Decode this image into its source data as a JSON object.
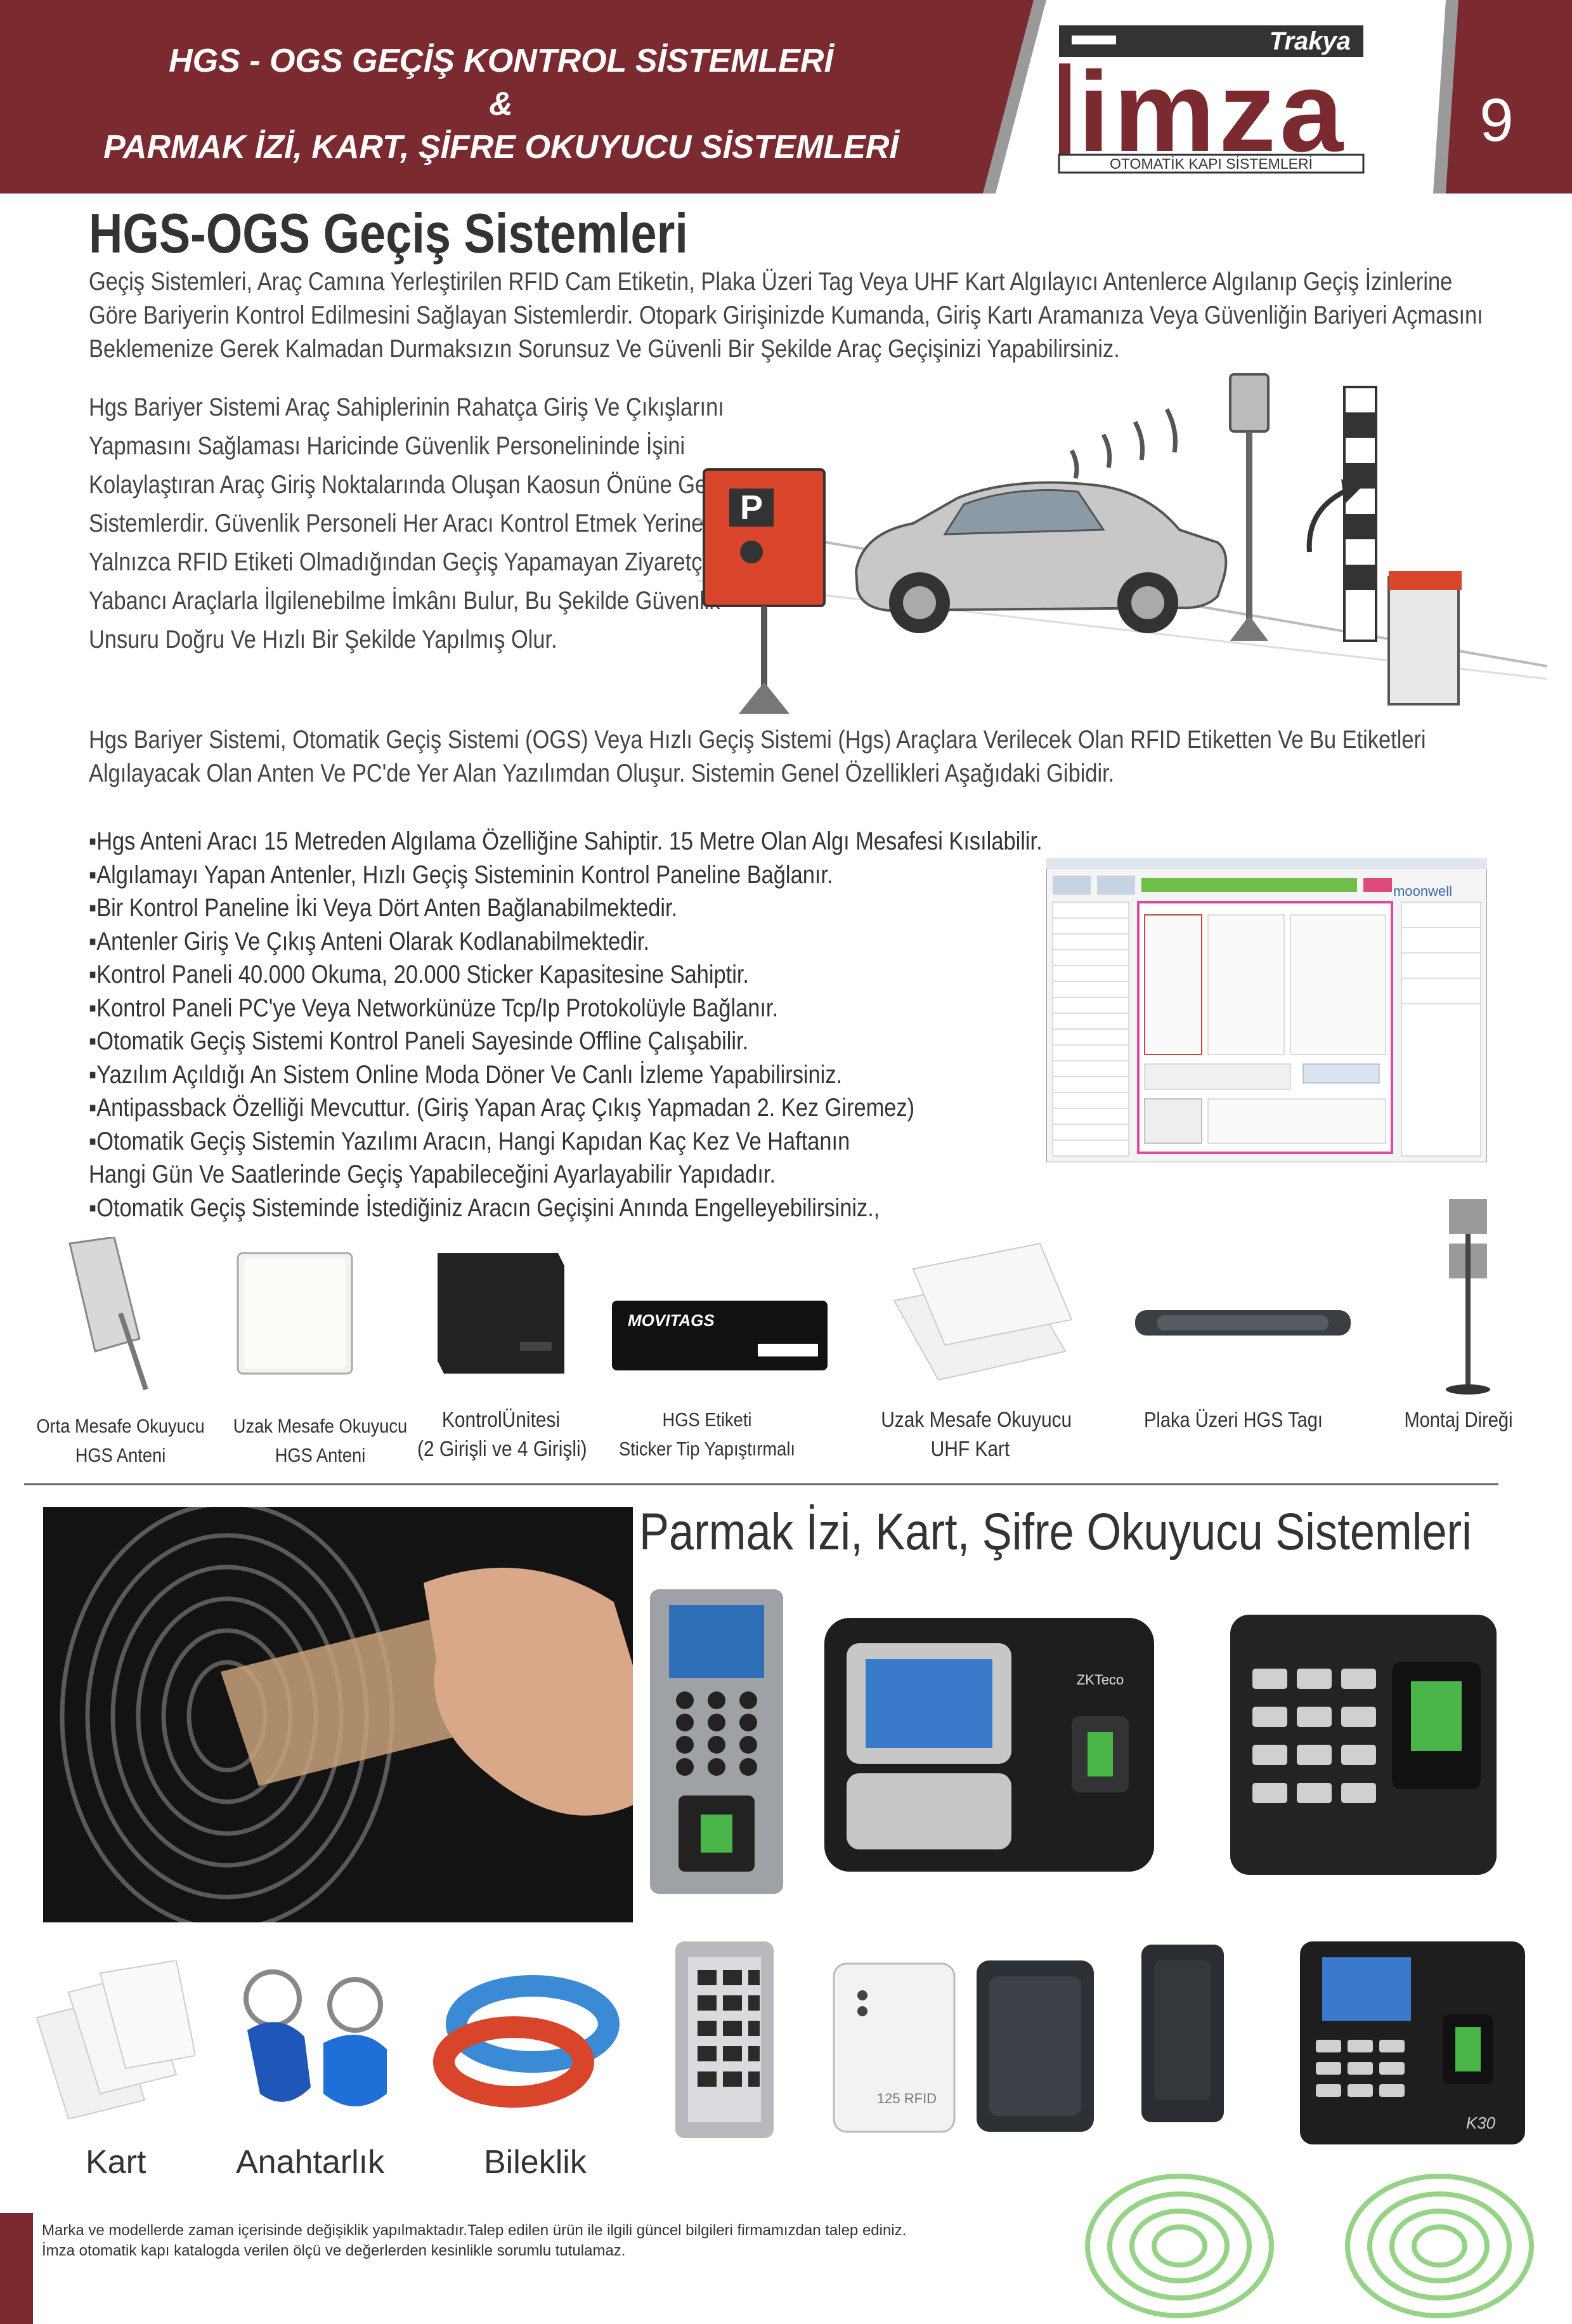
{
  "header": {
    "title_line1": "HGS - OGS GEÇİŞ KONTROL SİSTEMLERİ",
    "title_line2": "&",
    "title_line3": "PARMAK İZİ, KART, ŞİFRE OKUYUCU SİSTEMLERİ",
    "logo_top": "Trakya",
    "logo_main": "imza",
    "logo_sub": "OTOMATİK KAPI SİSTEMLERİ",
    "page_number": "9"
  },
  "section1": {
    "heading": "HGS-OGS Geçiş Sistemleri",
    "intro": "Geçiş Sistemleri, Araç Camına Yerleştirilen RFID Cam Etiketin, Plaka Üzeri Tag Veya UHF Kart Algılayıcı Antenlerce Algılanıp Geçiş İzinlerine Göre Bariyerin Kontrol Edilmesini Sağlayan Sistemlerdir. Otopark Girişinizde Kumanda, Giriş Kartı Aramanıza Veya Güvenliğin Bariyeri Açmasını Beklemenize Gerek Kalmadan Durmaksızın Sorunsuz Ve Güvenli Bir Şekilde Araç Geçişinizi Yapabilirsiniz.",
    "side_paragraph": "Hgs Bariyer Sistemi Araç Sahiplerinin Rahatça Giriş Ve Çıkışlarını Yapmasını Sağlaması Haricinde Güvenlik Personelininde İşini Kolaylaştıran Araç Giriş Noktalarında Oluşan Kaosun Önüne Geçen Sistemlerdir. Güvenlik Personeli Her Aracı Kontrol Etmek Yerine Yalnızca RFID Etiketi Olmadığından Geçiş Yapamayan Ziyaretçi Ve Yabancı Araçlarla İlgilenebilme İmkânı Bulur, Bu Şekilde Güvenlik Unsuru Doğru Ve Hızlı Bir Şekilde Yapılmış Olur.",
    "sign_letter": "P",
    "description": "Hgs Bariyer Sistemi, Otomatik Geçiş Sistemi (OGS) Veya Hızlı Geçiş Sistemi (Hgs) Araçlara Verilecek Olan RFID Etiketten Ve Bu Etiketleri Algılayacak Olan Anten Ve PC'de Yer Alan Yazılımdan Oluşur. Sistemin Genel Özellikleri Aşağıdaki Gibidir.",
    "features": [
      "▪Hgs Anteni Aracı 15 Metreden Algılama Özelliğine Sahiptir. 15 Metre Olan Algı Mesafesi Kısılabilir.",
      "▪Algılamayı Yapan Antenler, Hızlı Geçiş Sisteminin Kontrol Paneline Bağlanır.",
      "▪Bir Kontrol Paneline İki Veya Dört Anten Bağlanabilmektedir.",
      "▪Antenler Giriş Ve Çıkış Anteni Olarak Kodlanabilmektedir.",
      "▪Kontrol Paneli 40.000 Okuma, 20.000 Sticker Kapasitesine Sahiptir.",
      "▪Kontrol Paneli PC'ye Veya Networkünüze Tcp/Ip Protokolüyle Bağlanır.",
      "▪Otomatik Geçiş Sistemi Kontrol Paneli Sayesinde Offline Çalışabilir.",
      "▪Yazılım Açıldığı An Sistem Online Moda Döner Ve Canlı İzleme Yapabilirsiniz.",
      "▪Antipassback Özelliği Mevcuttur. (Giriş Yapan Araç Çıkış Yapmadan 2. Kez Giremez)",
      "▪Otomatik Geçiş Sistemin Yazılımı Aracın, Hangi Kapıdan Kaç Kez Ve Haftanın Hangi Gün Ve Saatlerinde Geçiş Yapabileceğini Ayarlayabilir Yapıdadır.",
      "▪Otomatik Geçiş Sisteminde İstediğiniz Aracın Geçişini Anında Engelleyebilirsiniz.,"
    ],
    "software_brand": "moonwell",
    "tag_brand": "MOVITAGS"
  },
  "products": [
    {
      "line1": "Orta Mesafe Okuyucu",
      "line2": "HGS Anteni"
    },
    {
      "line1": "Uzak Mesafe Okuyucu",
      "line2": "HGS Anteni"
    },
    {
      "line1": "KontrolÜnitesi",
      "line2": "(2 Girişli ve 4 Girişli)"
    },
    {
      "line1": "HGS Etiketi",
      "line2": "Sticker Tip Yapıştırmalı"
    },
    {
      "line1": "Uzak Mesafe Okuyucu",
      "line2": "UHF Kart"
    },
    {
      "line1": "Plaka Üzeri HGS Tagı",
      "line2": ""
    },
    {
      "line1": "Montaj Direği",
      "line2": ""
    }
  ],
  "section2": {
    "heading": "Parmak İzi, Kart, Şifre Okuyucu Sistemleri",
    "categories": [
      "Kart",
      "Anahtarlık",
      "Bileklik"
    ],
    "device_brand": "ZKTeco",
    "rfid_label": "125 RFID",
    "device_model": "K30"
  },
  "footer": {
    "line1": "Marka ve modellerde zaman içerisinde değişiklik yapılmaktadır.Talep edilen ürün ile ilgili güncel bilgileri firmamızdan talep ediniz.",
    "line2": "İmza otomatik kapı katalogda verilen ölçü ve değerlerden kesinlikle sorumlu tutulamaz."
  },
  "colors": {
    "brand": "#7b2a30",
    "text": "#333333",
    "accent_red": "#d9452a"
  }
}
